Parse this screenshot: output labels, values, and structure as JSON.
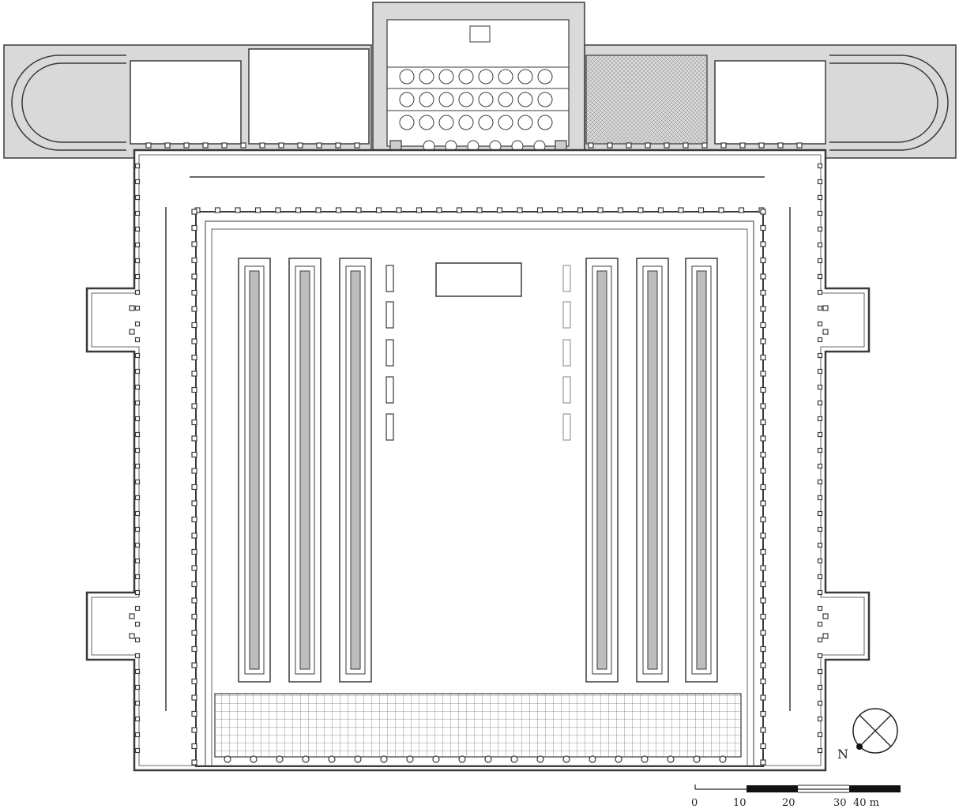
{
  "compass": {
    "label": "N",
    "icon": "compass-rose-icon"
  },
  "scale_bar": {
    "ticks": [
      "0",
      "10",
      "20",
      "30",
      "40 m"
    ]
  },
  "colors": {
    "ink": "#3a3a3a",
    "wall_fill": "#d9d9d9",
    "pool_fill": "#bdbdbd",
    "hatch": "#777777"
  }
}
